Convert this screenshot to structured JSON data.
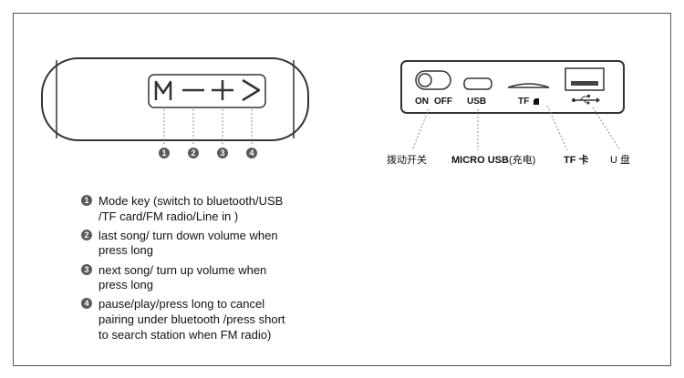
{
  "panel_front": {
    "badges": [
      "1",
      "2",
      "3",
      "4"
    ]
  },
  "panel_side": {
    "switch_on": "ON",
    "switch_off": "OFF",
    "usb_label": "USB",
    "tf_label": "TF"
  },
  "callouts": {
    "power_switch": "拨动开关",
    "micro_usb_bold": "MICRO USB",
    "micro_usb_note": "(充电)",
    "tf_card": "TF 卡",
    "u_disk": "U 盘"
  },
  "legend": [
    {
      "num": "1",
      "lines": [
        "Mode key (switch to bluetooth/USB",
        "/TF card/FM radio/Line in )"
      ]
    },
    {
      "num": "2",
      "lines": [
        "last song/ turn down volume when",
        "press long"
      ]
    },
    {
      "num": "3",
      "lines": [
        "next song/ turn up volume when",
        "press long"
      ]
    },
    {
      "num": "4",
      "lines": [
        "pause/play/press long to cancel",
        "pairing under bluetooth /press short",
        "to search station when FM radio)"
      ]
    }
  ]
}
